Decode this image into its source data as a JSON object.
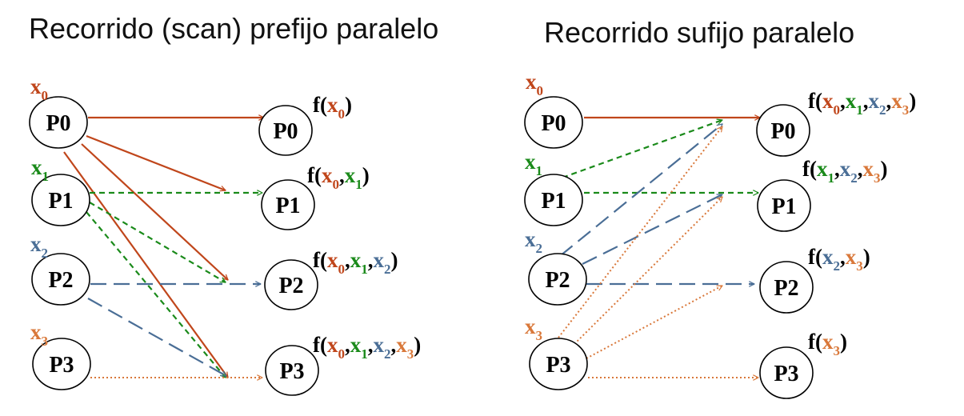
{
  "colors": {
    "red": "#C0461B",
    "green": "#1A8A1A",
    "blue": "#4A6E96",
    "orange": "#D9783A",
    "black": "#000000"
  },
  "left": {
    "title": "Recorrido (scan) prefijo paralelo",
    "sources": [
      {
        "id": "P0",
        "label": "P0",
        "var": "x",
        "idx": "0",
        "color": "red"
      },
      {
        "id": "P1",
        "label": "P1",
        "var": "x",
        "idx": "1",
        "color": "green"
      },
      {
        "id": "P2",
        "label": "P2",
        "var": "x",
        "idx": "2",
        "color": "blue"
      },
      {
        "id": "P3",
        "label": "P3",
        "var": "x",
        "idx": "3",
        "color": "orange"
      }
    ],
    "targets": [
      {
        "id": "P0",
        "label": "P0",
        "result": [
          {
            "v": "x",
            "i": "0",
            "c": "red"
          }
        ]
      },
      {
        "id": "P1",
        "label": "P1",
        "result": [
          {
            "v": "x",
            "i": "0",
            "c": "red"
          },
          {
            "v": "x",
            "i": "1",
            "c": "green"
          }
        ]
      },
      {
        "id": "P2",
        "label": "P2",
        "result": [
          {
            "v": "x",
            "i": "0",
            "c": "red"
          },
          {
            "v": "x",
            "i": "1",
            "c": "green"
          },
          {
            "v": "x",
            "i": "2",
            "c": "blue"
          }
        ]
      },
      {
        "id": "P3",
        "label": "P3",
        "result": [
          {
            "v": "x",
            "i": "0",
            "c": "red"
          },
          {
            "v": "x",
            "i": "1",
            "c": "green"
          },
          {
            "v": "x",
            "i": "2",
            "c": "blue"
          },
          {
            "v": "x",
            "i": "3",
            "c": "orange"
          }
        ]
      }
    ],
    "edges": [
      {
        "from": 0,
        "to": 0,
        "color": "red",
        "style": "solid"
      },
      {
        "from": 0,
        "to": 1,
        "color": "red",
        "style": "solid"
      },
      {
        "from": 0,
        "to": 2,
        "color": "red",
        "style": "solid"
      },
      {
        "from": 0,
        "to": 3,
        "color": "red",
        "style": "solid"
      },
      {
        "from": 1,
        "to": 1,
        "color": "green",
        "style": "short"
      },
      {
        "from": 1,
        "to": 2,
        "color": "green",
        "style": "short"
      },
      {
        "from": 1,
        "to": 3,
        "color": "green",
        "style": "short"
      },
      {
        "from": 2,
        "to": 2,
        "color": "blue",
        "style": "long"
      },
      {
        "from": 2,
        "to": 3,
        "color": "blue",
        "style": "long"
      },
      {
        "from": 3,
        "to": 3,
        "color": "orange",
        "style": "dot"
      }
    ]
  },
  "right": {
    "title": "Recorrido sufijo paralelo",
    "sources": [
      {
        "id": "P0",
        "label": "P0",
        "var": "x",
        "idx": "0",
        "color": "red"
      },
      {
        "id": "P1",
        "label": "P1",
        "var": "x",
        "idx": "1",
        "color": "green"
      },
      {
        "id": "P2",
        "label": "P2",
        "var": "x",
        "idx": "2",
        "color": "blue"
      },
      {
        "id": "P3",
        "label": "P3",
        "var": "x",
        "idx": "3",
        "color": "orange"
      }
    ],
    "targets": [
      {
        "id": "P0",
        "label": "P0",
        "result": [
          {
            "v": "x",
            "i": "0",
            "c": "red"
          },
          {
            "v": "x",
            "i": "1",
            "c": "green"
          },
          {
            "v": "x",
            "i": "2",
            "c": "blue"
          },
          {
            "v": "x",
            "i": "3",
            "c": "orange"
          }
        ]
      },
      {
        "id": "P1",
        "label": "P1",
        "result": [
          {
            "v": "x",
            "i": "1",
            "c": "green"
          },
          {
            "v": "x",
            "i": "2",
            "c": "blue"
          },
          {
            "v": "x",
            "i": "3",
            "c": "orange"
          }
        ]
      },
      {
        "id": "P2",
        "label": "P2",
        "result": [
          {
            "v": "x",
            "i": "2",
            "c": "blue"
          },
          {
            "v": "x",
            "i": "3",
            "c": "orange"
          }
        ]
      },
      {
        "id": "P3",
        "label": "P3",
        "result": [
          {
            "v": "x",
            "i": "3",
            "c": "orange"
          }
        ]
      }
    ],
    "edges": [
      {
        "from": 0,
        "to": 0,
        "color": "red",
        "style": "solid"
      },
      {
        "from": 1,
        "to": 0,
        "color": "green",
        "style": "short"
      },
      {
        "from": 1,
        "to": 1,
        "color": "green",
        "style": "short"
      },
      {
        "from": 2,
        "to": 0,
        "color": "blue",
        "style": "long"
      },
      {
        "from": 2,
        "to": 1,
        "color": "blue",
        "style": "long"
      },
      {
        "from": 2,
        "to": 2,
        "color": "blue",
        "style": "long"
      },
      {
        "from": 3,
        "to": 0,
        "color": "orange",
        "style": "dot"
      },
      {
        "from": 3,
        "to": 1,
        "color": "orange",
        "style": "dot"
      },
      {
        "from": 3,
        "to": 2,
        "color": "orange",
        "style": "dot"
      },
      {
        "from": 3,
        "to": 3,
        "color": "orange",
        "style": "dot"
      }
    ]
  }
}
